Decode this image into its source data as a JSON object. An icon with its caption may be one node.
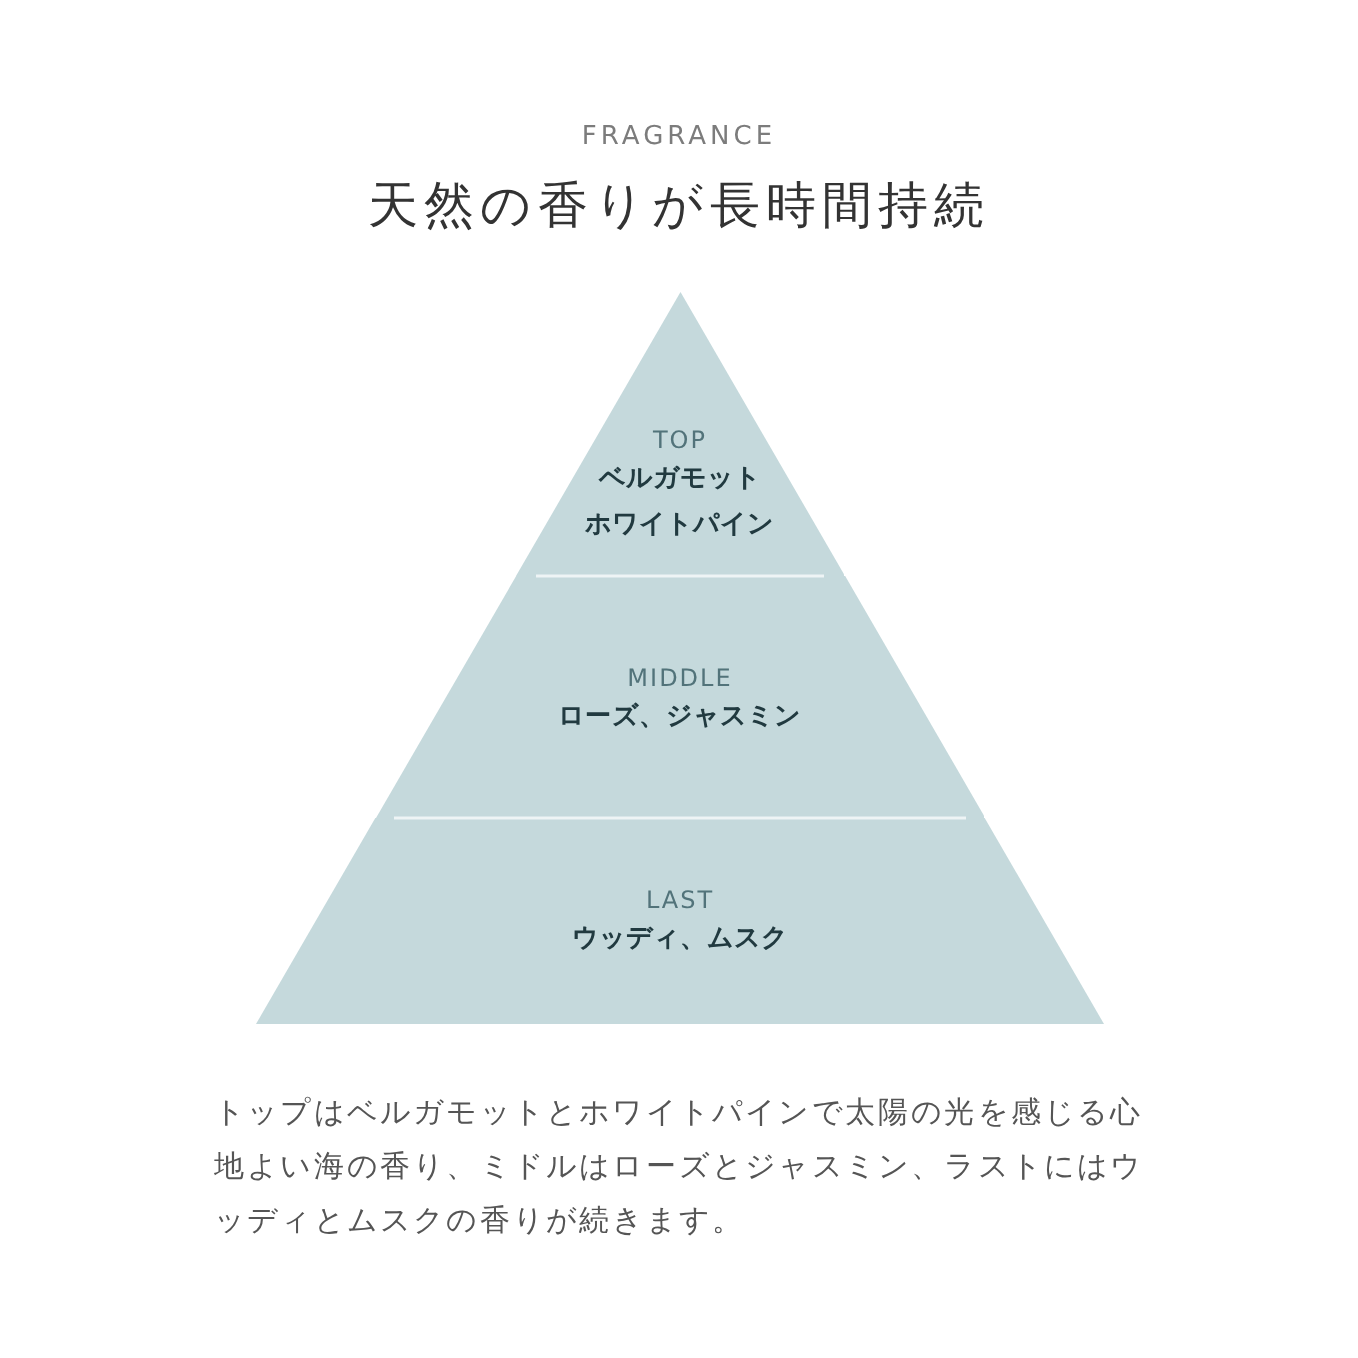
{
  "diagram": {
    "title": "天然の香りが長時間持続",
    "caption": "トップはベルガモットとホワイトパインで太陽の光を感じる心地よい海の香り、ミドルはローズとジャスミン、ラストにはウッディとムスクの香りが続きます。",
    "nodes": [
      {
        "text": [
          "TOP",
          "ベルガモット",
          "ホワイトパイン"
        ]
      },
      {
        "text": [
          "MIDDLE",
          "ローズ、ジャスミン"
        ]
      },
      {
        "text": [
          "LAST",
          "ウッディ、ムスク"
        ]
      }
    ],
    "edges": [],
    "labels": [
      "FRAGRANCE"
    ]
  }
}
